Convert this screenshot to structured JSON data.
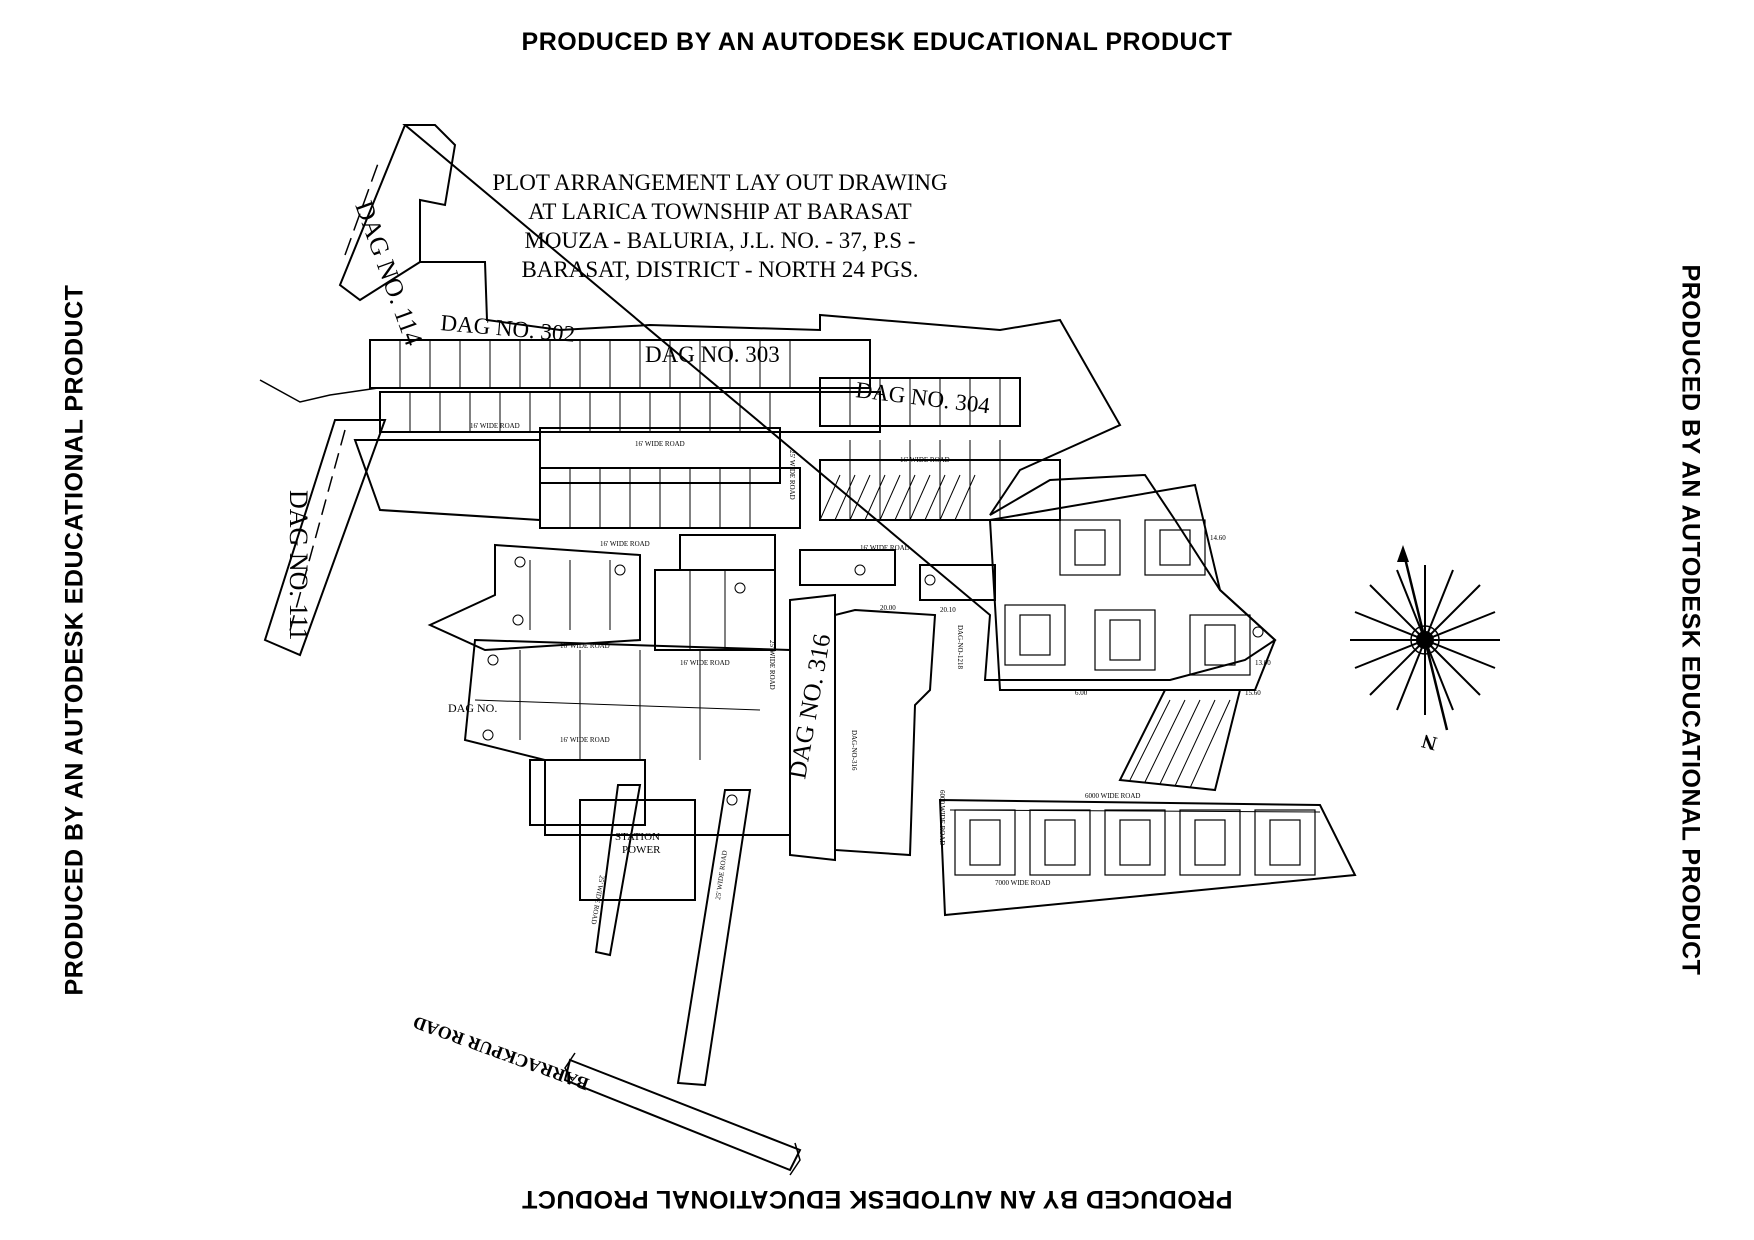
{
  "watermark": "PRODUCED BY AN AUTODESK EDUCATIONAL PRODUCT",
  "title_lines": [
    "PLOT ARRANGEMENT LAY OUT DRAWING",
    "AT LARICA TOWNSHIP AT BARASAT",
    "MOUZA - BALURIA, J.L. NO. - 37, P.S -",
    "BARASAT,  DISTRICT - NORTH 24 PGS."
  ],
  "dag_labels": {
    "dag_114": "DAG NO. 114",
    "dag_111": "DAG NO. 111",
    "dag_302": "DAG NO. 302",
    "dag_303": "DAG NO. 303",
    "dag_304": "DAG NO. 304",
    "dag_316": "DAG NO. 316",
    "dag_316_small": "DAG-NO-316",
    "dag_small": "DAG NO.",
    "dag_1218": "DAG-NO-1218"
  },
  "road_labels": {
    "wide_16_a": "16' WIDE ROAD",
    "wide_16_b": "16' WIDE ROAD",
    "wide_16_c": "16' WIDE ROAD",
    "wide_16_d": "16' WIDE ROAD",
    "wide_16_e": "16' WIDE ROAD",
    "wide_16_f": "16' WIDE ROAD",
    "wide_16_g": "16' WIDE ROAD",
    "wide_16_h": "16' WIDE ROAD",
    "wide_25_a": "25' WIDE ROAD",
    "wide_25_b": "25' WIDE ROAD",
    "wide_25_c": "25' WIDE ROAD",
    "wide_25_d": "25' WIDE ROAD",
    "wide_6000": "6000 WIDE ROAD",
    "wide_7000": "7000 WIDE ROAD",
    "wide_6000_b": "6000 WIDE ROAD",
    "barrackpur": "BARRACKPUR ROAD"
  },
  "station_label": [
    "STATION",
    "POWER"
  ],
  "dims": [
    "20.00",
    "20.10",
    "6.00",
    "13.00",
    "14.60",
    "15.60"
  ],
  "icons": {
    "north_arrow": "compass-rose-icon",
    "north_letter": "N"
  }
}
